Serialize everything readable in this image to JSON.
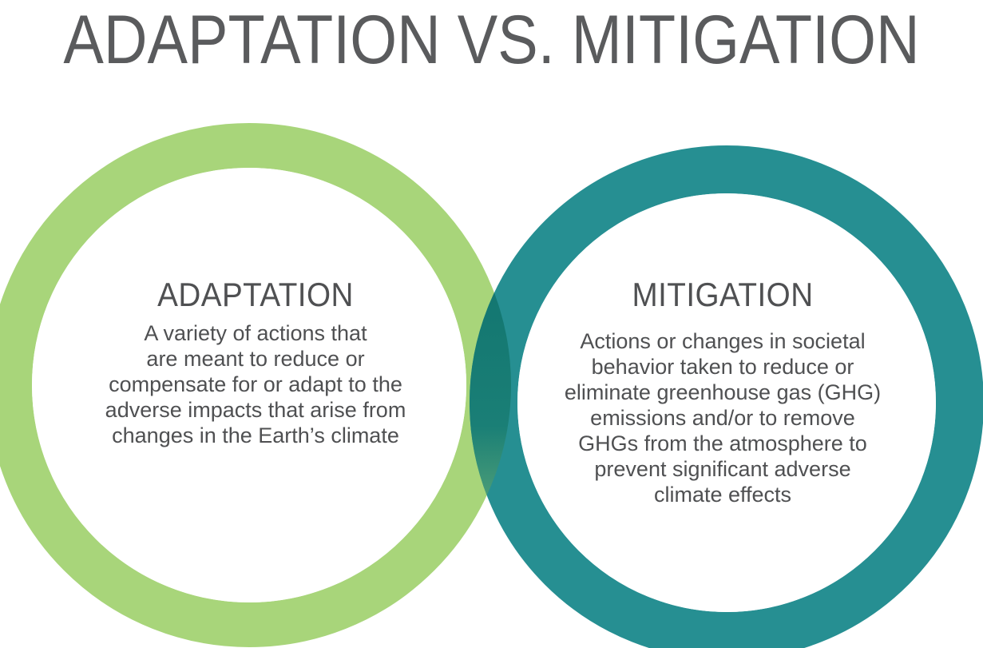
{
  "title": "ADAPTATION VS. MITIGATION",
  "adaptation": {
    "heading": "ADAPTATION",
    "description": "A variety of actions that\nare meant to reduce or\ncompensate for or adapt to the\nadverse impacts that arise from\nchanges in the Earth’s climate",
    "color": "#a8d57a"
  },
  "mitigation": {
    "heading": "MITIGATION",
    "description": "Actions or changes in societal\nbehavior taken to reduce or\neliminate greenhouse gas (GHG)\nemissions and/or to remove\nGHGs from the atmosphere to\nprevent significant adverse\nclimate effects",
    "color": "#268f92",
    "overlap_color": "#0d6f6c"
  }
}
